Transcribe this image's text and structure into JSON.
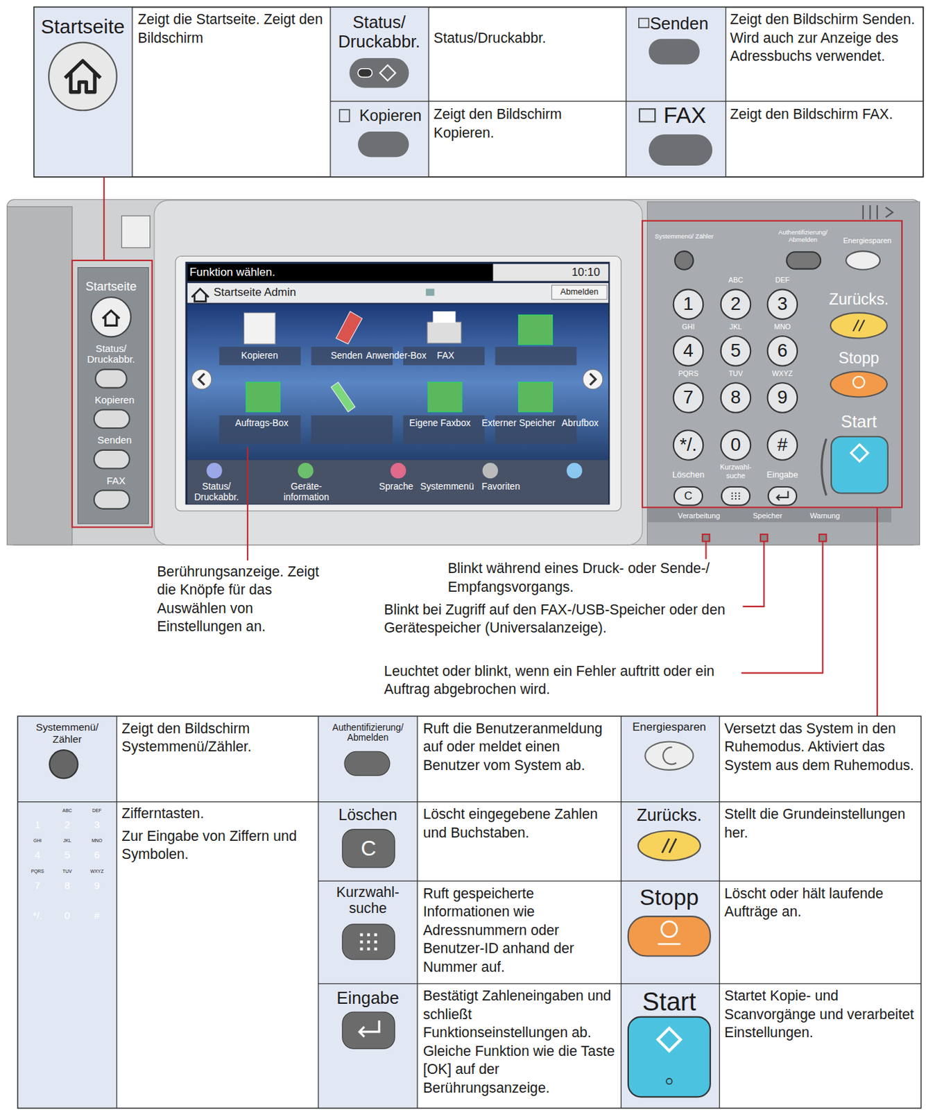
{
  "diagram": {
    "labels": [
      "Startseite",
      "Zeigt die Startseite. Zeigt den Bildschirm",
      "Status/ Druckabbr.",
      "Status/Druckabbr.",
      "Senden",
      "Zeigt den Bildschirm Senden. Wird auch zur Anzeige des Adressbuchs verwendet.",
      "Kopieren",
      "Zeigt den Bildschirm Kopieren.",
      "FAX",
      "Zeigt den Bildschirm FAX.",
      "Startseite",
      "Status/ Druckabbr.",
      "Kopieren",
      "Senden",
      "FAX",
      "Funktion wählen.",
      "10:10",
      "Startseite Admin",
      "Abmelden",
      "Kopieren",
      "Senden",
      "Anwender-Box",
      "FAX",
      "Auftrags-Box",
      "Eigene Faxbox",
      "Externer Speicher",
      "Abrufbox",
      "Status/ Druckabbr.",
      "Geräte- information",
      "Sprache",
      "Systemmenü",
      "Favoriten",
      "Systemmenü/ Zähler",
      "Authentifizierung/ Abmelden",
      "Energiesparen",
      "ABC",
      "DEF",
      "1",
      "2",
      "3",
      "GHI",
      "JKL",
      "MNO",
      "4",
      "5",
      "6",
      "PQRS",
      "TUV",
      "WXYZ",
      "7",
      "8",
      "9",
      "*/.",
      "0",
      "#",
      "Löschen",
      "Kurzwahl- suche",
      "Eingabe",
      "C",
      "Zurücks.",
      "Stopp",
      "Start",
      "Verarbeitung",
      "Speicher",
      "Warnung",
      "Berührungsanzeige. Zeigt die Knöpfe für das Auswählen von Einstellungen an.",
      "Blinkt während eines Druck- oder Sende-/ Empfangsvorgangs.",
      "Blinkt bei Zugriff auf den FAX-/USB-Speicher oder den Gerätespeicher (Universalanzeige).",
      "Leuchtet oder blinkt, wenn ein Fehler auftritt oder ein Auftrag abgebrochen wird.",
      "Systemmenü/ Zähler",
      "Zeigt den Bildschirm Systemmenü/Zähler.",
      "Authentifizierung/ Abmelden",
      "Ruft die Benutzeranmeldung auf oder meldet einen Benutzer vom System ab.",
      "Energiesparen",
      "Versetzt das System in den Ruhemodus. Aktiviert das System aus dem Ruhemodus.",
      "ABC",
      "DEF",
      "1",
      "2",
      "3",
      "GHI",
      "JKL",
      "MNO",
      "4",
      "5",
      "6",
      "PQRS",
      "TUV",
      "WXYZ",
      "7",
      "8",
      "9",
      "*/.",
      "0",
      "#",
      "Zifferntasten.",
      "Zur Eingabe von Ziffern und Symbolen.",
      "Löschen",
      "C",
      "Löscht eingegebene Zahlen und Buchstaben.",
      "Zurücks.",
      "Stellt die Grundeinstellungen her.",
      "Kurzwahl- suche",
      "Ruft gespeicherte Informationen wie Adressnummern oder Benutzer-ID anhand der Nummer auf.",
      "Stopp",
      "Löscht oder hält laufende Aufträge an.",
      "Eingabe",
      "Bestätigt Zahleneingaben und schließt Funktionseinstellungen ab. Gleiche Funktion wie die Taste [OK] auf der Berührungsanzeige.",
      "Start",
      "Startet Kopie- und Scanvorgänge und verarbeitet Einstellungen."
    ]
  }
}
